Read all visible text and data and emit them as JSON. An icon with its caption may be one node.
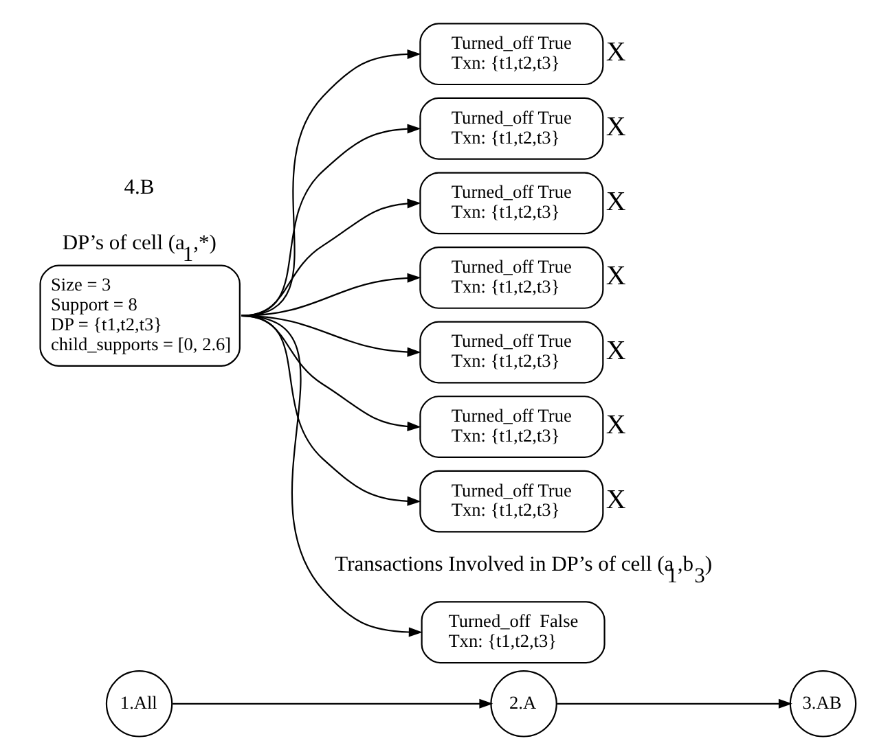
{
  "diagram": {
    "nodes": [
      {
        "text": [
          "3.AB"
        ]
      },
      {
        "text": [
          "2.A"
        ]
      },
      {
        "text": [
          "1.All"
        ]
      },
      {
        "text": [
          "DP’s of cell (a$_{1}$,*)",
          "Size = 3",
          "Support = 8",
          "DP = {t1,t2,t3}",
          "child_supports = [0, 2.6]"
        ]
      },
      {
        "text": [
          "Turned_off  False",
          "Txn: {t1,t2,t3}"
        ]
      },
      {
        "text": [
          "Turned_off True",
          "Txn: {t1,t2,t3}"
        ],
        "beside": [
          "X"
        ]
      },
      {
        "text": [
          "Turned_off True",
          "Txn: {t1,t2,t3}"
        ],
        "beside": [
          "X"
        ]
      },
      {
        "text": [
          "Turned_off True",
          "Txn: {t1,t2,t3}"
        ],
        "beside": [
          "X"
        ]
      },
      {
        "text": [
          "Turned_off True",
          "Txn: {t1,t2,t3}"
        ],
        "beside": [
          "X"
        ]
      },
      {
        "text": [
          "Turned_off True",
          "Txn: {t1,t2,t3}"
        ],
        "beside": [
          "X"
        ]
      },
      {
        "text": [
          "Turned_off True",
          "Txn: {t1,t2,t3}"
        ],
        "beside": [
          "X"
        ]
      },
      {
        "text": [
          "Turned_off True",
          "Txn: {t1,t2,t3}"
        ],
        "beside": [
          "X"
        ]
      }
    ],
    "edges": [
      {
        "from": 2,
        "to": 1,
        "arrow": "to"
      },
      {
        "from": 1,
        "to": 0,
        "arrow": "to"
      },
      {
        "from": 3,
        "to": 4,
        "arrow": "to"
      },
      {
        "from": 3,
        "to": 5,
        "arrow": "to"
      },
      {
        "from": 3,
        "to": 6,
        "arrow": "to"
      },
      {
        "from": 3,
        "to": 7,
        "arrow": "to"
      },
      {
        "from": 3,
        "to": 8,
        "arrow": "to"
      },
      {
        "from": 3,
        "to": 9,
        "arrow": "to"
      },
      {
        "from": 3,
        "to": 10,
        "arrow": "to"
      },
      {
        "from": 3,
        "to": 11,
        "arrow": "to"
      }
    ],
    "labels": [
      "4.B",
      "Transactions Involved in DP’s of cell (a$_{1}$,b$_{3}$)"
    ]
  }
}
